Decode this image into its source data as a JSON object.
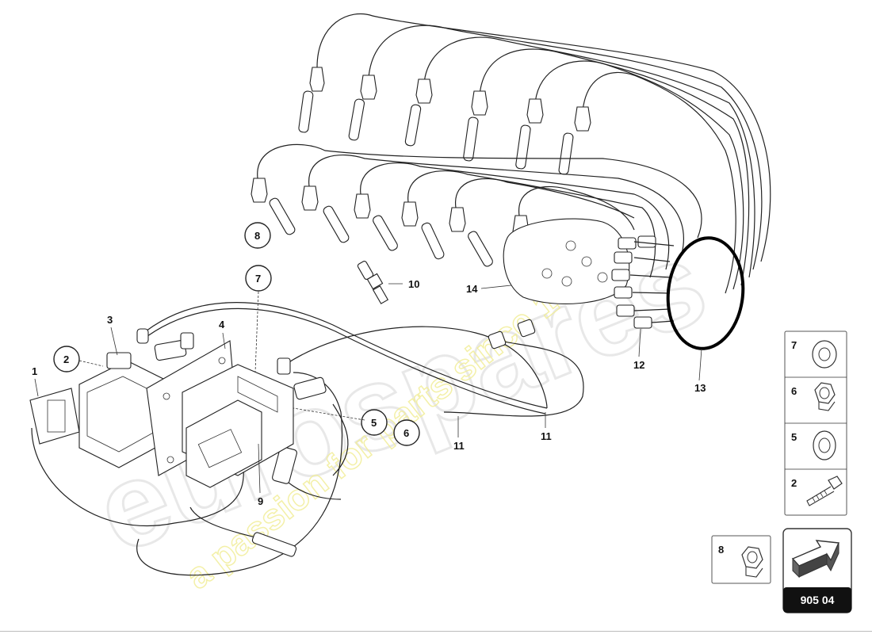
{
  "diagram": {
    "callouts": {
      "c1": "1",
      "c2": "2",
      "c3": "3",
      "c4": "4",
      "c5": "5",
      "c6": "6",
      "c7": "7",
      "c8": "8",
      "c9": "9",
      "c10": "10",
      "c11a": "11",
      "c11b": "11",
      "c12": "12",
      "c13": "13",
      "c14": "14"
    },
    "legend": {
      "items": [
        {
          "label": "7",
          "icon": "washer-icon"
        },
        {
          "label": "6",
          "icon": "hex-nut-icon"
        },
        {
          "label": "5",
          "icon": "washer-icon"
        },
        {
          "label": "2",
          "icon": "bolt-icon"
        }
      ],
      "nut_label": "8",
      "nut_icon": "hex-nut-icon"
    },
    "page_ref": {
      "label": "905 04",
      "icon": "direction-arrow-icon"
    },
    "watermark": {
      "text": "a passion for parts since 1985"
    },
    "colors": {
      "ink": "#222222",
      "watermark_yellow": "#f2ee9a",
      "watermark_gray": "#e6e6e6",
      "ring": "#000000"
    }
  }
}
